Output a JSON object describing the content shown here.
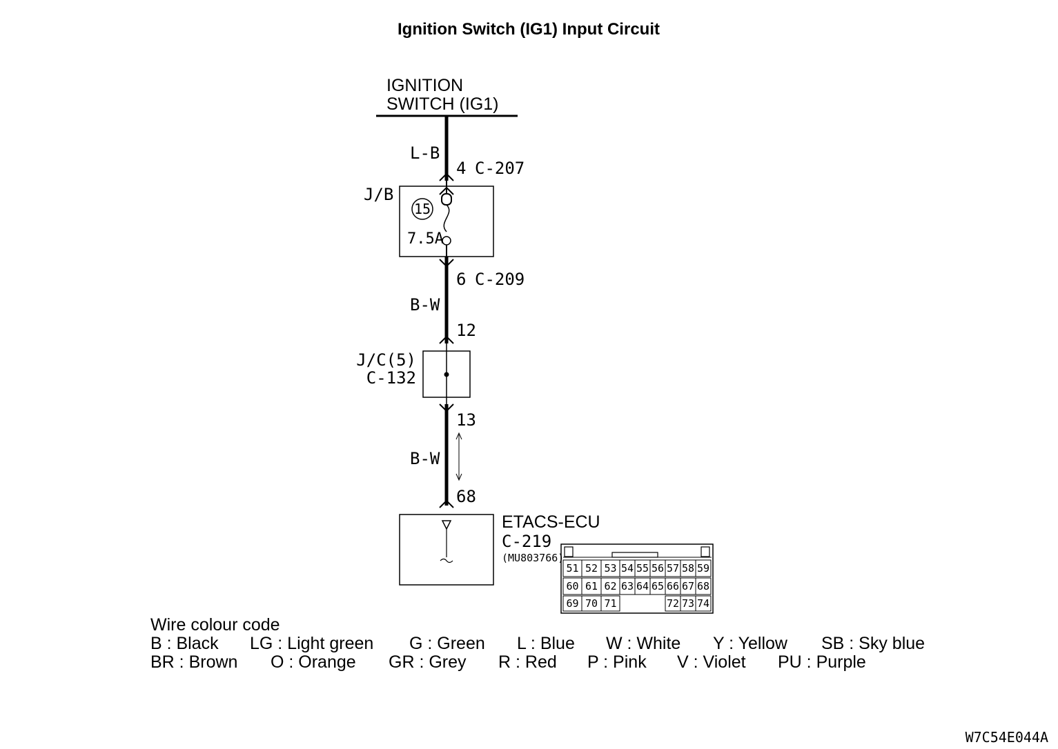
{
  "title": "Ignition Switch (IG1) Input Circuit",
  "source": {
    "line1": "IGNITION",
    "line2": "SWITCH (IG1)"
  },
  "wire1": {
    "colour": "L-B",
    "connector_pin": "4",
    "connector": "C-207"
  },
  "jb": {
    "label": "J/B",
    "fuse_number": "15",
    "fuse_rating": "7.5A"
  },
  "wire2": {
    "pin_out": "6",
    "connector": "C-209",
    "colour": "B-W",
    "pin_in": "12"
  },
  "jc": {
    "label": "J/C(5)",
    "connector": "C-132"
  },
  "wire3": {
    "pin_out": "13",
    "colour": "B-W",
    "pin_in": "68"
  },
  "ecu": {
    "name": "ETACS-ECU",
    "connector": "C-219",
    "part_number": "(MU803766)"
  },
  "connector_pins": {
    "row1": [
      "51",
      "52",
      "53",
      "54",
      "55",
      "56",
      "57",
      "58",
      "59"
    ],
    "row2": [
      "60",
      "61",
      "62",
      "63",
      "64",
      "65",
      "66",
      "67",
      "68"
    ],
    "row3_left": [
      "69",
      "70",
      "71"
    ],
    "row3_right": [
      "72",
      "73",
      "74"
    ]
  },
  "legend": {
    "heading": "Wire colour code",
    "row1": [
      "B : Black",
      "LG : Light green",
      "G : Green",
      "L : Blue",
      "W : White",
      "Y : Yellow",
      "SB : Sky blue"
    ],
    "row2": [
      "BR : Brown",
      "O : Orange",
      "GR : Grey",
      "R : Red",
      "P : Pink",
      "V : Violet",
      "PU : Purple"
    ]
  },
  "figure_code": "W7C54E044A"
}
